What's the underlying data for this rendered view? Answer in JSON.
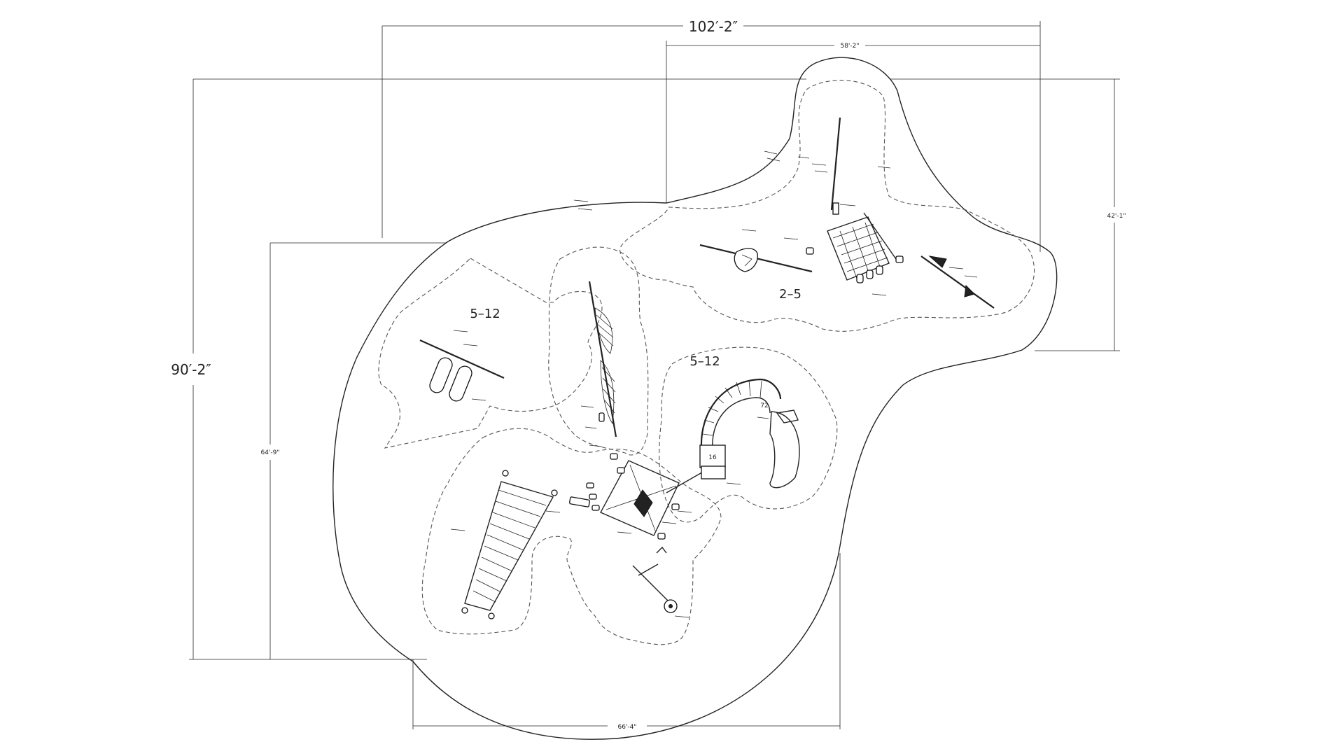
{
  "dimensions": {
    "overall_width": "102′-2″",
    "upper_width": "58'-2\"",
    "overall_height": "90′-2″",
    "left_height": "64'-9\"",
    "right_height": "42'-1\"",
    "bottom_width": "66'-4\""
  },
  "zones": {
    "left_upper": "5–12",
    "center": "5–12",
    "upper_right": "2–5"
  },
  "equipment_labels": {
    "slide_number": "16",
    "slide_height": "72"
  },
  "colors": {
    "line": "#222222",
    "background": "#ffffff",
    "dashed": "#555555"
  }
}
